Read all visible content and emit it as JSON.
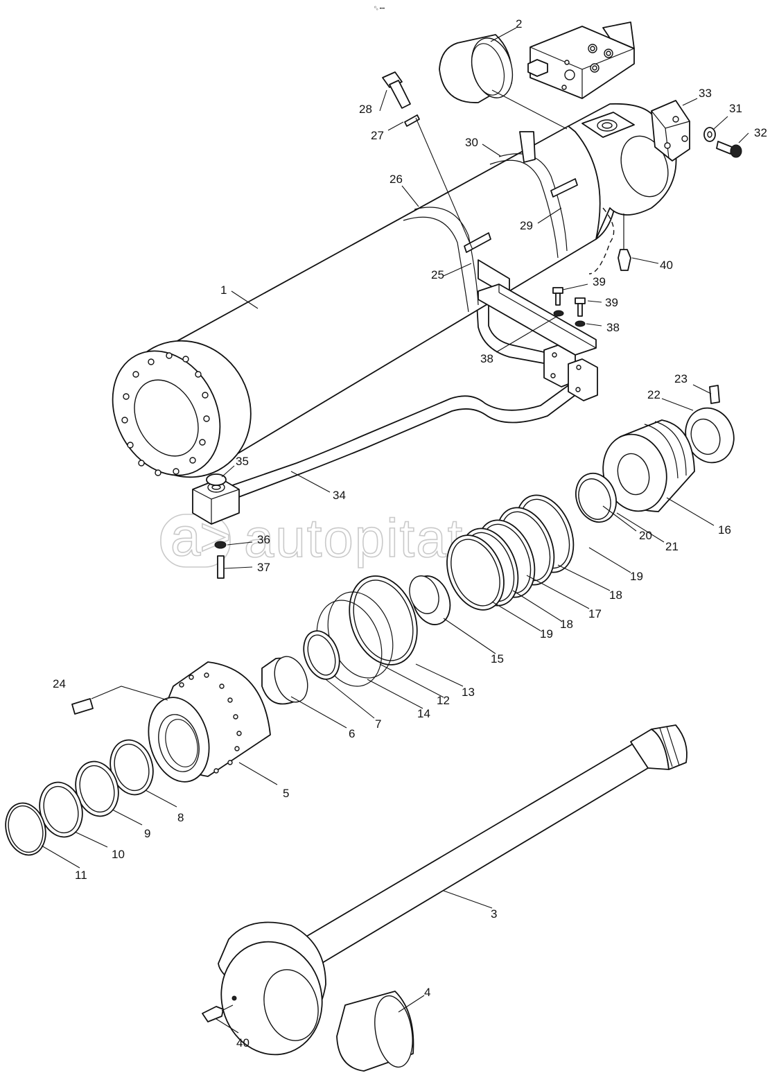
{
  "diagram": {
    "header_mark": "⁰₀ ▪▪▪",
    "watermark": "autopitat.ru",
    "labels": {
      "p1": "1",
      "p2": "2",
      "p3": "3",
      "p4": "4",
      "p5": "5",
      "p6": "6",
      "p7": "7",
      "p8": "8",
      "p9": "9",
      "p10": "10",
      "p11": "11",
      "p12": "12",
      "p13": "13",
      "p14": "14",
      "p15": "15",
      "p16": "16",
      "p17": "17",
      "p18a": "18",
      "p18b": "18",
      "p19a": "19",
      "p19b": "19",
      "p20": "20",
      "p21": "21",
      "p22": "22",
      "p23": "23",
      "p24": "24",
      "p25": "25",
      "p26": "26",
      "p27": "27",
      "p28": "28",
      "p29": "29",
      "p30": "30",
      "p31": "31",
      "p32": "32",
      "p33": "33",
      "p34": "34",
      "p35": "35",
      "p36": "36",
      "p37": "37",
      "p38a": "38",
      "p38b": "38",
      "p39a": "39",
      "p39b": "39",
      "p40a": "40",
      "p40b": "40"
    }
  }
}
